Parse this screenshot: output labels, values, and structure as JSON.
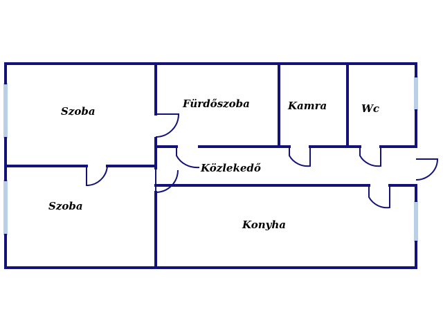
{
  "colors": {
    "wall": "#12127a",
    "window": "#b8cfe6",
    "door": "#12127a",
    "background": "#ffffff"
  },
  "rooms": [
    {
      "id": "szoba-1",
      "label": "Szoba"
    },
    {
      "id": "furdoszoba",
      "label": "Fürdőszoba"
    },
    {
      "id": "kamra",
      "label": "Kamra"
    },
    {
      "id": "wc",
      "label": "Wc"
    },
    {
      "id": "kozlekedo",
      "label": "Közlekedő"
    },
    {
      "id": "szoba-2",
      "label": "Szoba"
    },
    {
      "id": "konyha",
      "label": "Konyha"
    }
  ]
}
